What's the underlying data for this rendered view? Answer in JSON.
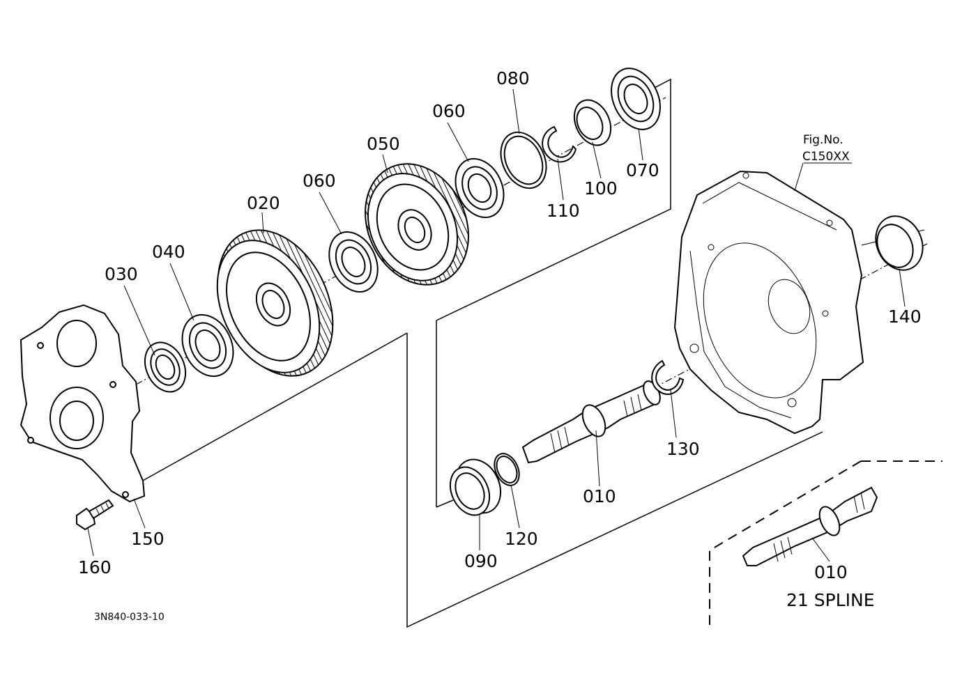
{
  "figure": {
    "code": "3N840-033-10",
    "ref_label": "Fig.No.",
    "ref_code": "C150XX",
    "variant_caption": "21 SPLINE",
    "variant_part_number": "010"
  },
  "callouts": {
    "p010": "010",
    "p020": "020",
    "p030": "030",
    "p040": "040",
    "p050": "050",
    "p060a": "060",
    "p060b": "060",
    "p070": "070",
    "p080": "080",
    "p090": "090",
    "p100": "100",
    "p110": "110",
    "p120": "120",
    "p130": "130",
    "p140": "140",
    "p150": "150",
    "p160": "160"
  }
}
